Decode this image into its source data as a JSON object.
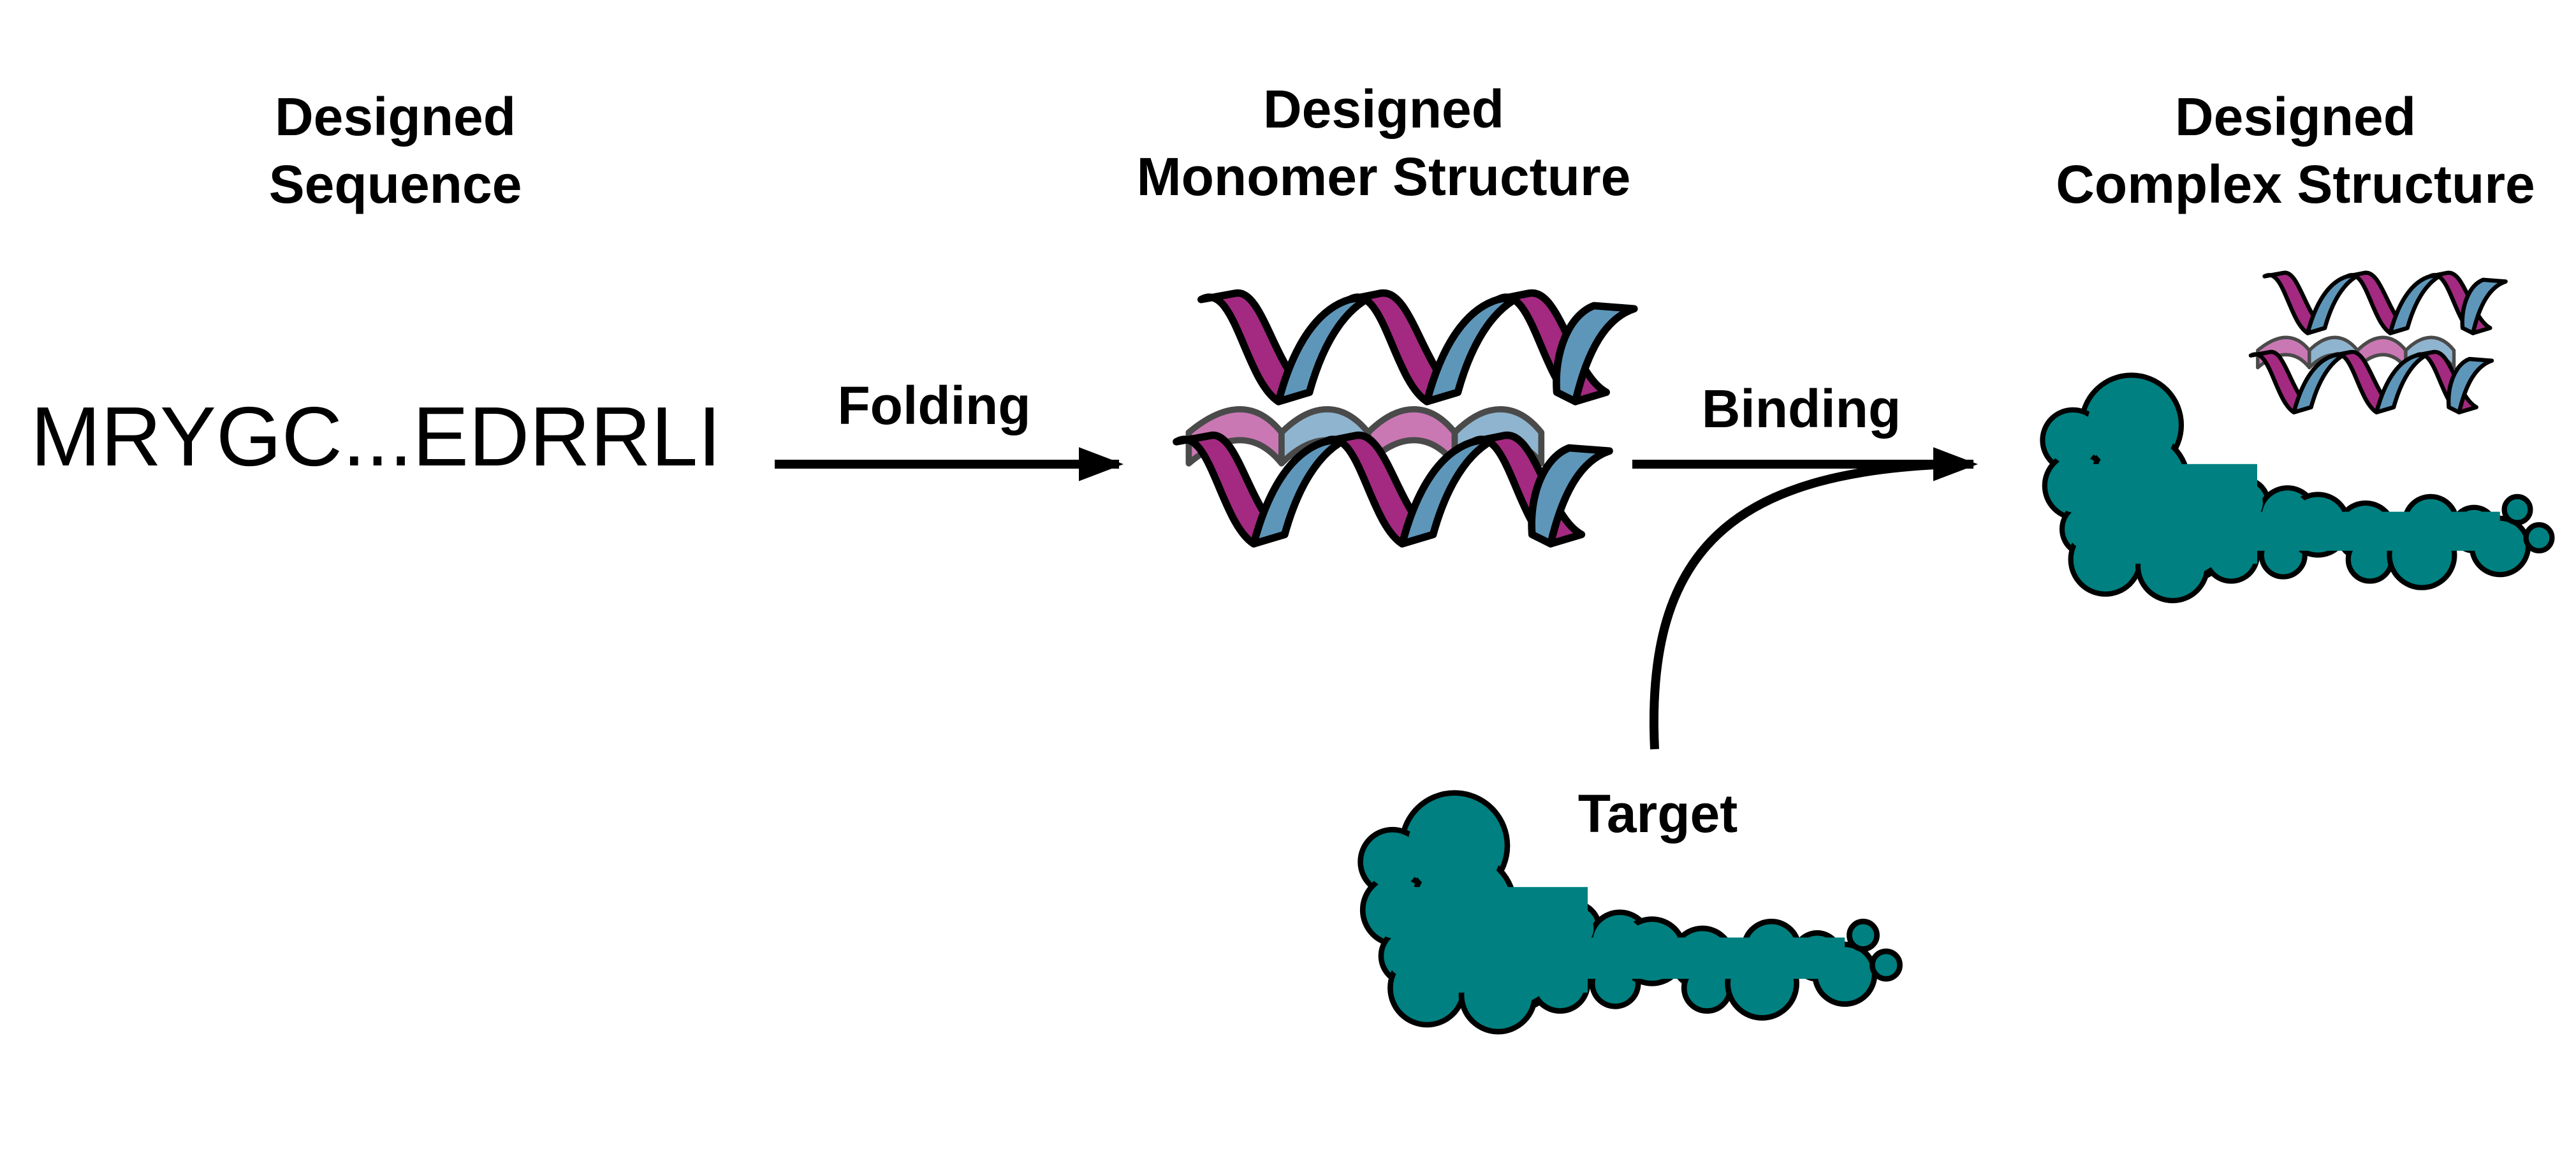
{
  "headers": {
    "sequence": [
      "Designed",
      "Sequence"
    ],
    "monomer": [
      "Designed",
      "Monomer Structure"
    ],
    "complex": [
      "Designed",
      "Complex Structure"
    ]
  },
  "sequence_text": "MRYGC...EDRRLI",
  "steps": {
    "folding": "Folding",
    "binding": "Binding",
    "target": "Target"
  },
  "colors": {
    "helix_magenta": "#a32a80",
    "helix_blue": "#5e96b9",
    "target_teal": "#008080",
    "outline": "#000000"
  }
}
